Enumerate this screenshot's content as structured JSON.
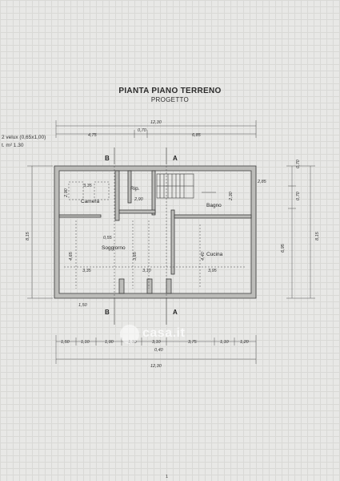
{
  "title": "PIANTA PIANO TERRENO",
  "subtitle": "PROGETTO",
  "notes": {
    "velux": "2 velux (0,65x1,00)",
    "area": "t. m² 1.30"
  },
  "sections": {
    "b": "B",
    "a": "A"
  },
  "rooms": {
    "camera": "Camera",
    "rip": "Rip.",
    "bagno": "Bagno",
    "soggiorno": "Soggiorno",
    "cucina": "Cucina"
  },
  "dims": {
    "top_total": "12,30",
    "top_left": "4,75",
    "top_mid": "0,70",
    "top_right": "6,85",
    "bottom_total": "12,30",
    "bottom_sub": "0,40",
    "bottom_parts": [
      "1,50",
      "1,10",
      "1,90",
      "1,10",
      "3,10",
      "3,75",
      "1,10",
      "1,20"
    ],
    "left_height": "8,15",
    "right_height": "8,15",
    "right_part": "6,95",
    "right_a": "0,70",
    "right_b": "0,70",
    "camera_w": "3,35",
    "camera_h": "2,90",
    "soggiorno_w": "3,35",
    "soggiorno_h": "4,65",
    "mid_w": "3,10",
    "mid_h": "3,65",
    "door_w": "0,55",
    "rip_w": "2,90",
    "bagno_h": "2,30",
    "cucina_w": "3,95",
    "cucina_h": "4,40",
    "tiny": "1,50",
    "win": "2,85"
  },
  "watermark": "casa.it",
  "page_number": "1"
}
